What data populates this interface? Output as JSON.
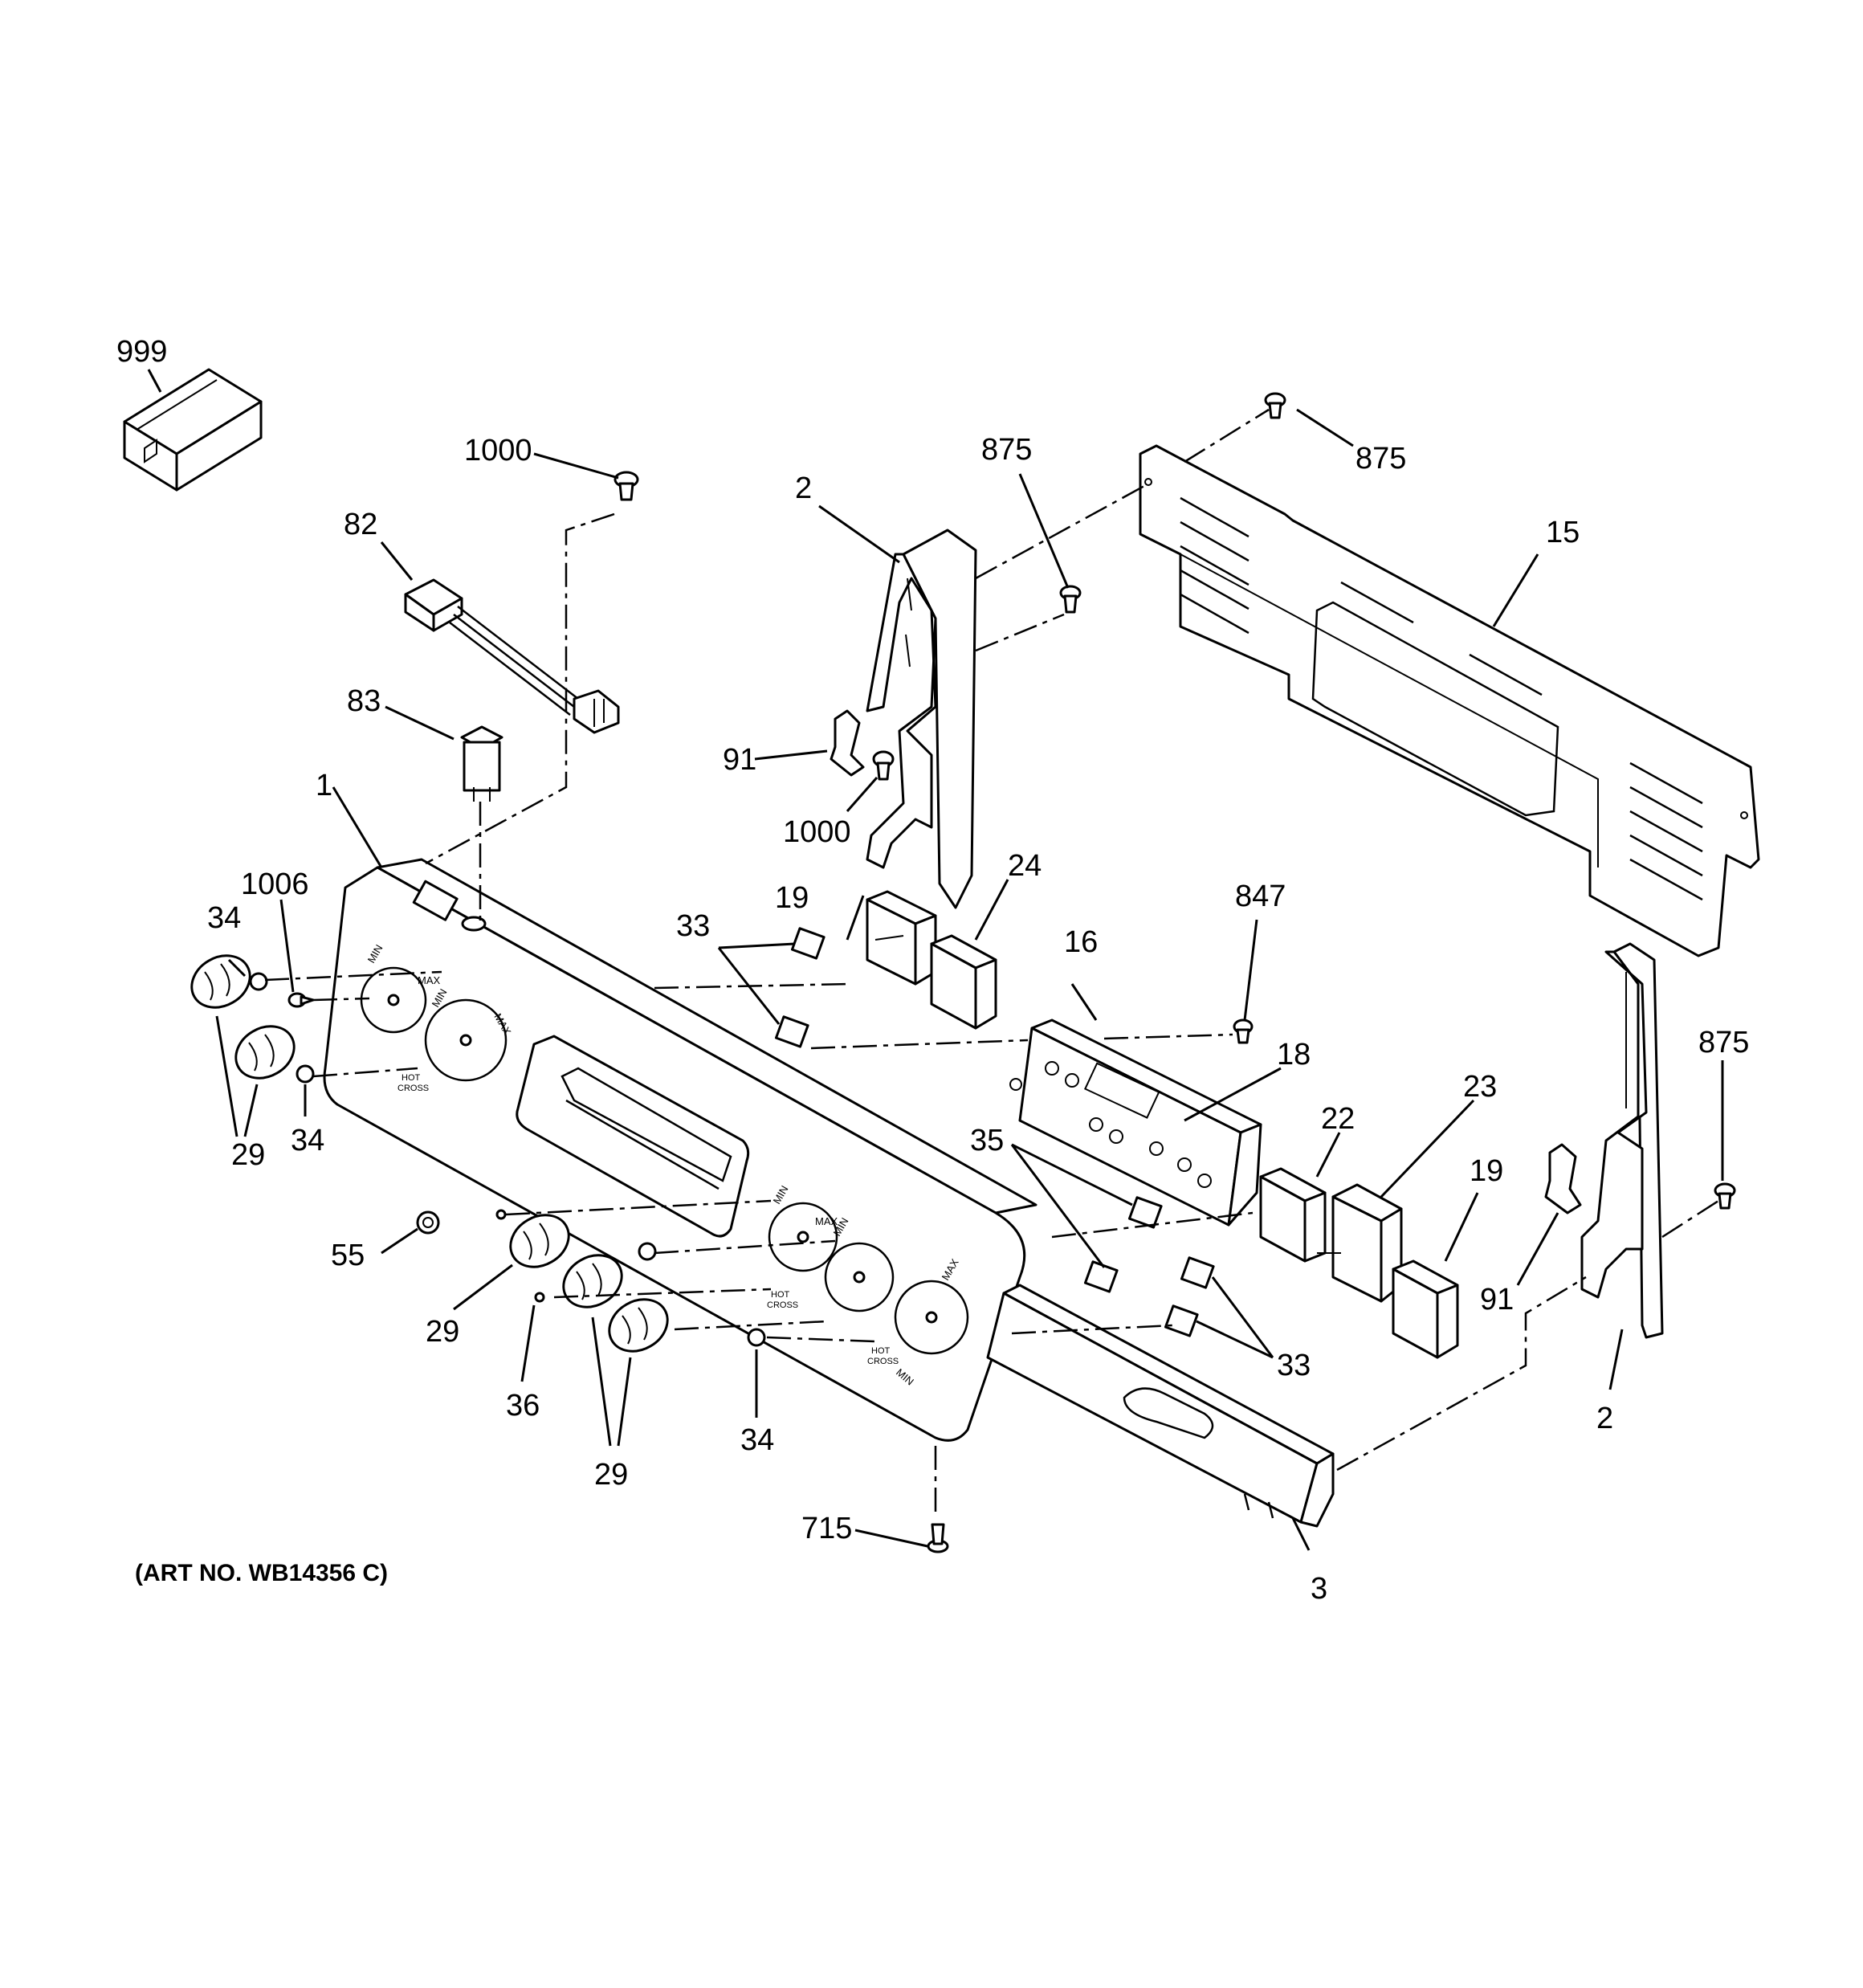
{
  "callouts": {
    "c999": "999",
    "c1000_top": "1000",
    "c82": "82",
    "c83": "83",
    "c1": "1",
    "c1006": "1006",
    "c34_left": "34",
    "c29_left": "29",
    "c34_mid": "34",
    "c55": "55",
    "c29_bottom_left": "29",
    "c36": "36",
    "c29_bottom": "29",
    "c34_bottom": "34",
    "c715": "715",
    "c2_top": "2",
    "c875_top": "875",
    "c91_left": "91",
    "c1000_mid": "1000",
    "c19_left": "19",
    "c33_left": "33",
    "c24": "24",
    "c16": "16",
    "c847": "847",
    "c18": "18",
    "c875_right_top": "875",
    "c15": "15",
    "c22": "22",
    "c23": "23",
    "c19_right": "19",
    "c35": "35",
    "c33_right": "33",
    "c3": "3",
    "c875_right": "875",
    "c91_right": "91",
    "c2_right": "2"
  },
  "art_number": "(ART NO. WB14356 C)",
  "panel_text": {
    "min": "MIN",
    "max": "MAX",
    "hot": "HOT",
    "cross": "CROSS"
  }
}
